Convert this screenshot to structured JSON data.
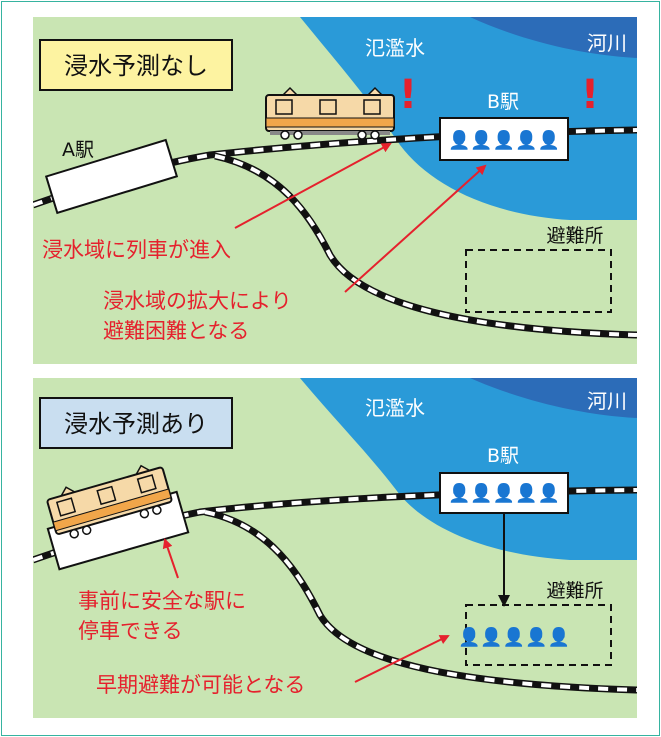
{
  "colors": {
    "border": "#36b3a0",
    "land": "#c9e5b3",
    "water": "#2a9ad8",
    "river": "#2c6cb8",
    "red": "#e5212d",
    "title1_bg": "#fdf3a1",
    "title2_bg": "#c9def0"
  },
  "panel1": {
    "title": "浸水予測なし",
    "river_label": "河川",
    "flood_label": "氾濫水",
    "station_a": "A駅",
    "station_b": "B駅",
    "shelter": "避難所",
    "warning_mark": "!",
    "people": "👤👤👤👤👤",
    "note1": "浸水域に列車が進入",
    "note2_line1": "浸水域の拡大により",
    "note2_line2": "避難困難となる"
  },
  "panel2": {
    "title": "浸水予測あり",
    "river_label": "河川",
    "flood_label": "氾濫水",
    "station_b": "B駅",
    "shelter": "避難所",
    "people_b": "👤👤👤👤👤",
    "people_shelter": "👤👤👤👤👤",
    "note1_line1": "事前に安全な駅に",
    "note1_line2": "停車できる",
    "note2": "早期避難が可能となる"
  }
}
